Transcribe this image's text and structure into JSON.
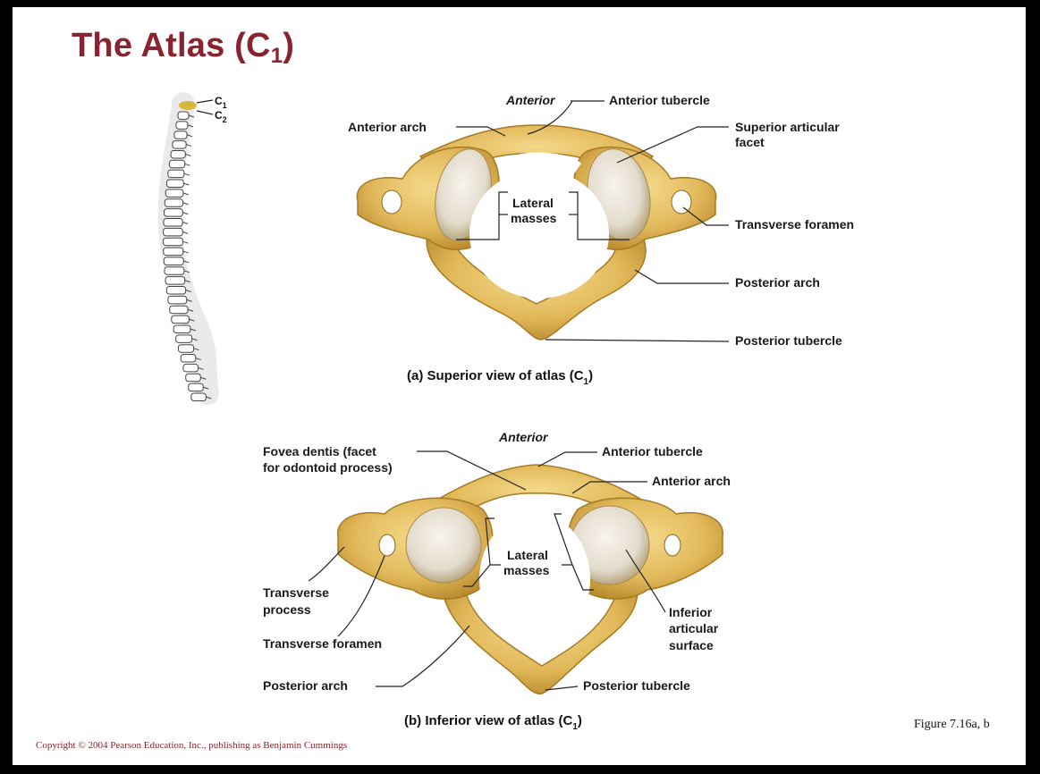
{
  "slide": {
    "title": "The Atlas (C",
    "title_sub": "1",
    "title_close": ")",
    "copyright": "Copyright © 2004 Pearson Education, Inc., publishing as Benjamin Cummings",
    "figure_ref": "Figure 7.16a, b",
    "colors": {
      "title": "#8a2330",
      "bone": "#e6c063",
      "bone_dark": "#b8892c",
      "facet": "#e9e4d8"
    }
  },
  "spine": {
    "c1_label": "C",
    "c1_sub": "1",
    "c2_label": "C",
    "c2_sub": "2"
  },
  "superior": {
    "anterior": "Anterior",
    "anterior_tubercle": "Anterior tubercle",
    "anterior_arch": "Anterior arch",
    "superior_facet_1": "Superior articular",
    "superior_facet_2": "facet",
    "lateral_1": "Lateral",
    "lateral_2": "masses",
    "transverse_foramen": "Transverse foramen",
    "posterior_arch": "Posterior arch",
    "posterior_tubercle": "Posterior tubercle",
    "caption": "(a) Superior view of atlas (C",
    "caption_sub": "1",
    "caption_close": ")"
  },
  "inferior": {
    "anterior": "Anterior",
    "fovea_1": "Fovea dentis (facet",
    "fovea_2": "for odontoid process)",
    "anterior_tubercle": "Anterior tubercle",
    "anterior_arch": "Anterior arch",
    "lateral_1": "Lateral",
    "lateral_2": "masses",
    "transverse_process_1": "Transverse",
    "transverse_process_2": "process",
    "transverse_foramen": "Transverse foramen",
    "inferior_surface_1": "Inferior",
    "inferior_surface_2": "articular",
    "inferior_surface_3": "surface",
    "posterior_arch": "Posterior arch",
    "posterior_tubercle": "Posterior tubercle",
    "caption": "(b) Inferior view of atlas (C",
    "caption_sub": "1",
    "caption_close": ")"
  }
}
